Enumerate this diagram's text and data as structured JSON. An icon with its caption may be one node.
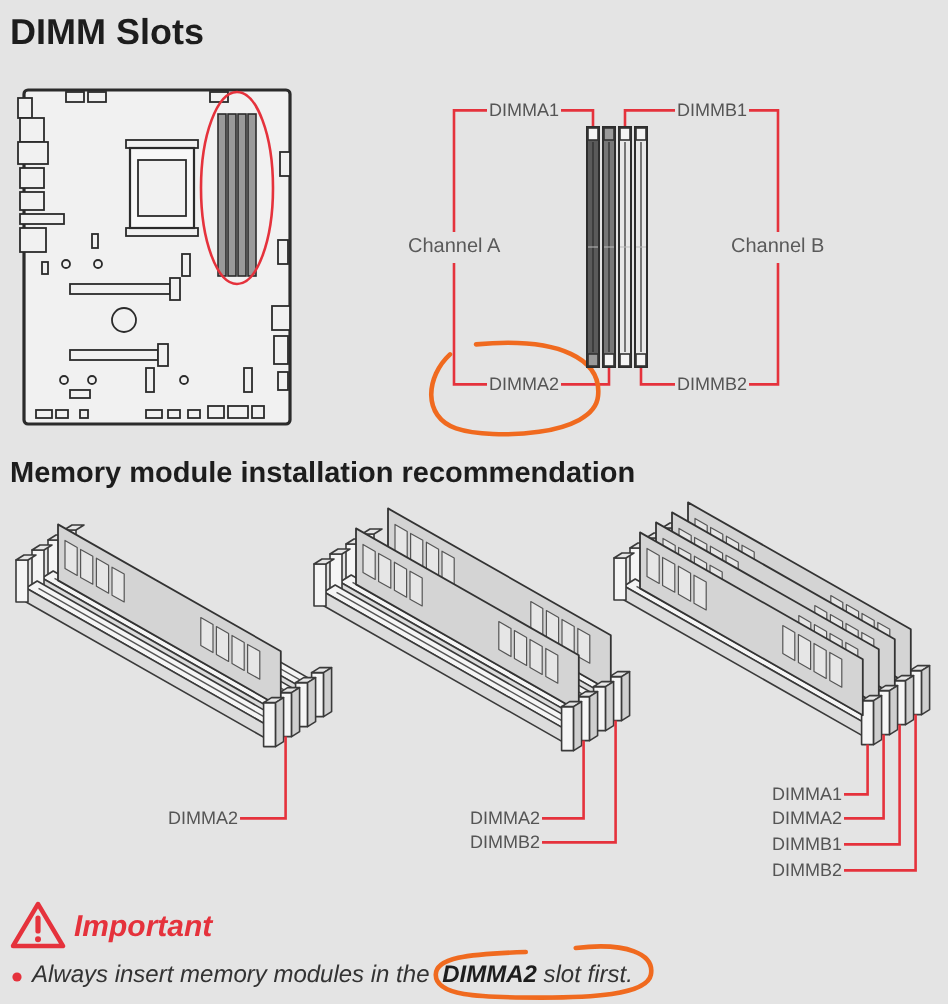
{
  "diagram": {
    "title": "DIMM Slots",
    "nodes": [
      {
        "text": [
          "DIMMA1"
        ]
      },
      {
        "text": [
          "DIMMB1"
        ]
      },
      {
        "text": [],
        "shape": "bar"
      },
      {
        "text": [],
        "shape": "bar"
      },
      {
        "text": [],
        "shape": "bar"
      },
      {
        "text": [],
        "shape": "bar"
      },
      {
        "text": [
          "DIMMA2"
        ]
      },
      {
        "text": [
          "DIMMB2"
        ]
      },
      {
        "text": [],
        "shape": "picture"
      },
      {
        "text": [
          "DIMMA2"
        ]
      },
      {
        "text": [],
        "shape": "picture"
      },
      {
        "text": [
          "DIMMA2"
        ]
      },
      {
        "text": [
          "DIMMB2"
        ]
      },
      {
        "text": [],
        "shape": "picture"
      },
      {
        "text": [
          "DIMMA1"
        ]
      },
      {
        "text": [
          "DIMMA2"
        ]
      },
      {
        "text": [
          "DIMMB1"
        ]
      },
      {
        "text": [
          "DIMMB2"
        ]
      }
    ],
    "edges": [
      {
        "from": 0,
        "to": 2,
        "arrow": "none"
      },
      {
        "from": 1,
        "to": 4,
        "arrow": "none"
      },
      {
        "from": 6,
        "to": 3,
        "arrow": "none"
      },
      {
        "from": 7,
        "to": 5,
        "arrow": "none"
      },
      {
        "from": 9,
        "to": 8,
        "arrow": "none"
      },
      {
        "from": 11,
        "to": 10,
        "arrow": "none"
      },
      {
        "from": 12,
        "to": 10,
        "arrow": "none"
      },
      {
        "from": 14,
        "to": 13,
        "arrow": "none"
      },
      {
        "from": 15,
        "to": 13,
        "arrow": "none"
      },
      {
        "from": 16,
        "to": 13,
        "arrow": "none"
      },
      {
        "from": 17,
        "to": 13,
        "arrow": "none"
      }
    ],
    "labels": [
      "Channel A",
      "Channel B",
      "Memory module installation recommendation",
      "Important",
      "Always insert memory modules in the **DIMMA2** slot first."
    ]
  }
}
